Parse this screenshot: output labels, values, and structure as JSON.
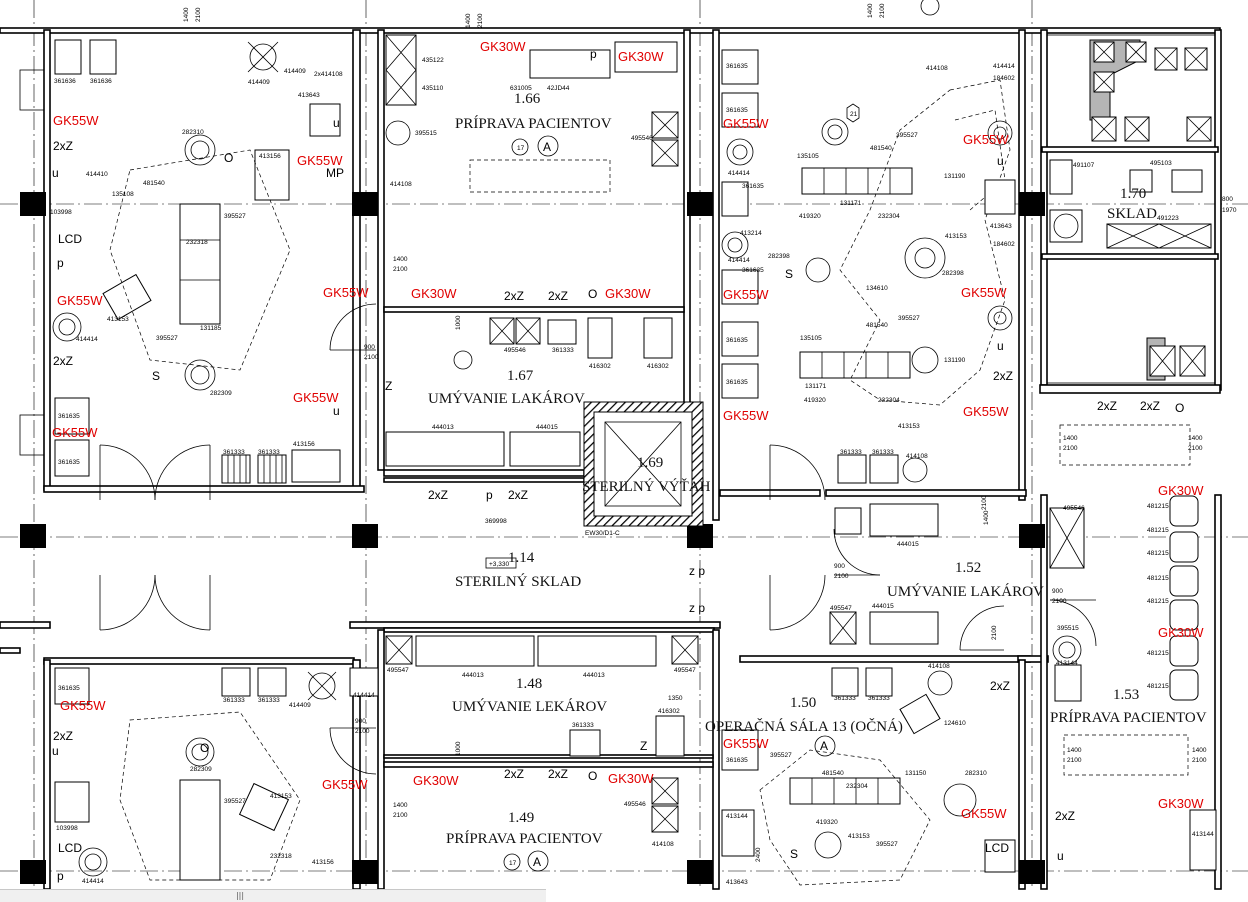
{
  "rooms": [
    {
      "num": "1.66",
      "name": "PRÍPRAVA PACIENTOV",
      "badge_no": "17",
      "badge_letter": "A"
    },
    {
      "num": "1.67",
      "name": "UMÝVANIE LAKÁROV"
    },
    {
      "num": "1.69",
      "name": "STERILNÝ VÝŤAH"
    },
    {
      "num": "1.70",
      "name": "SKLAD"
    },
    {
      "num": "1.14",
      "name": "STERILNÝ SKLAD",
      "tag": "+3,330"
    },
    {
      "num": "1.52",
      "name": "UMÝVANIE LAKÁROV"
    },
    {
      "num": "1.48",
      "name": "UMÝVANIE LEKÁROV"
    },
    {
      "num": "1.50",
      "name": "OPERAČNÁ SÁLA 13 (OČNÁ)",
      "badge_letter": "A"
    },
    {
      "num": "1.53",
      "name": "PRÍPRAVA PACIENTOV"
    },
    {
      "num": "1.49",
      "name": "PRÍPRAVA PACIENTOV",
      "badge_no": "17",
      "badge_letter": "A"
    }
  ],
  "wall_labels": {
    "gk55w": "GK55W",
    "gk30w": "GK30W",
    "ew": "EW30/D1-C"
  },
  "equipment": {
    "e1": "361636",
    "e2": "414409",
    "e3": "2x414108",
    "e4": "413643",
    "e5": "282310",
    "e6": "413156",
    "e7": "414410",
    "e8": "135108",
    "e9": "481540",
    "e10": "395527",
    "e11": "232318",
    "e12": "413153",
    "e13": "131185",
    "e14": "414414",
    "e15": "282309",
    "e16": "361635",
    "e17": "361333",
    "e18": "435122",
    "e19": "435110",
    "e20": "631005",
    "e21": "42JD44",
    "e22": "395515",
    "e23": "414108",
    "e24": "495546",
    "e25": "444013",
    "e26": "444015",
    "e27": "416302",
    "e28": "369998",
    "e29": "413214",
    "e30": "135105",
    "e31": "419320",
    "e32": "232304",
    "e33": "131171",
    "e34": "131190",
    "e35": "282398",
    "e36": "134610",
    "e37": "184602",
    "e38": "491107",
    "e39": "495103",
    "e40": "491223",
    "e41": "495547",
    "e42": "481215",
    "e43": "413144",
    "e44": "124610",
    "e45": "103998",
    "e46": "131150",
    "e47": "282310",
    "e48": "413643"
  },
  "symbols": {
    "lcd": "LCD",
    "mp": "MP",
    "o2": "O",
    "o4": "O",
    "s3": "S",
    "s5": "S",
    "z": "Z",
    "z2": "2xZ",
    "z5": "Z",
    "p": "p",
    "u": "u",
    "zp": "z p"
  },
  "dims": {
    "d1400": "1400",
    "d2100": "2100",
    "d900": "900",
    "d1000": "1000",
    "d1350": "1350",
    "d800": "800",
    "d1970": "1970",
    "d2400": "2400"
  },
  "wall_badges": {
    "b21": "21"
  },
  "scroll_glyph": "|||",
  "colors": {
    "red_labels": "#e00000",
    "walls": "#000000",
    "gray": "#b5b5b5"
  }
}
